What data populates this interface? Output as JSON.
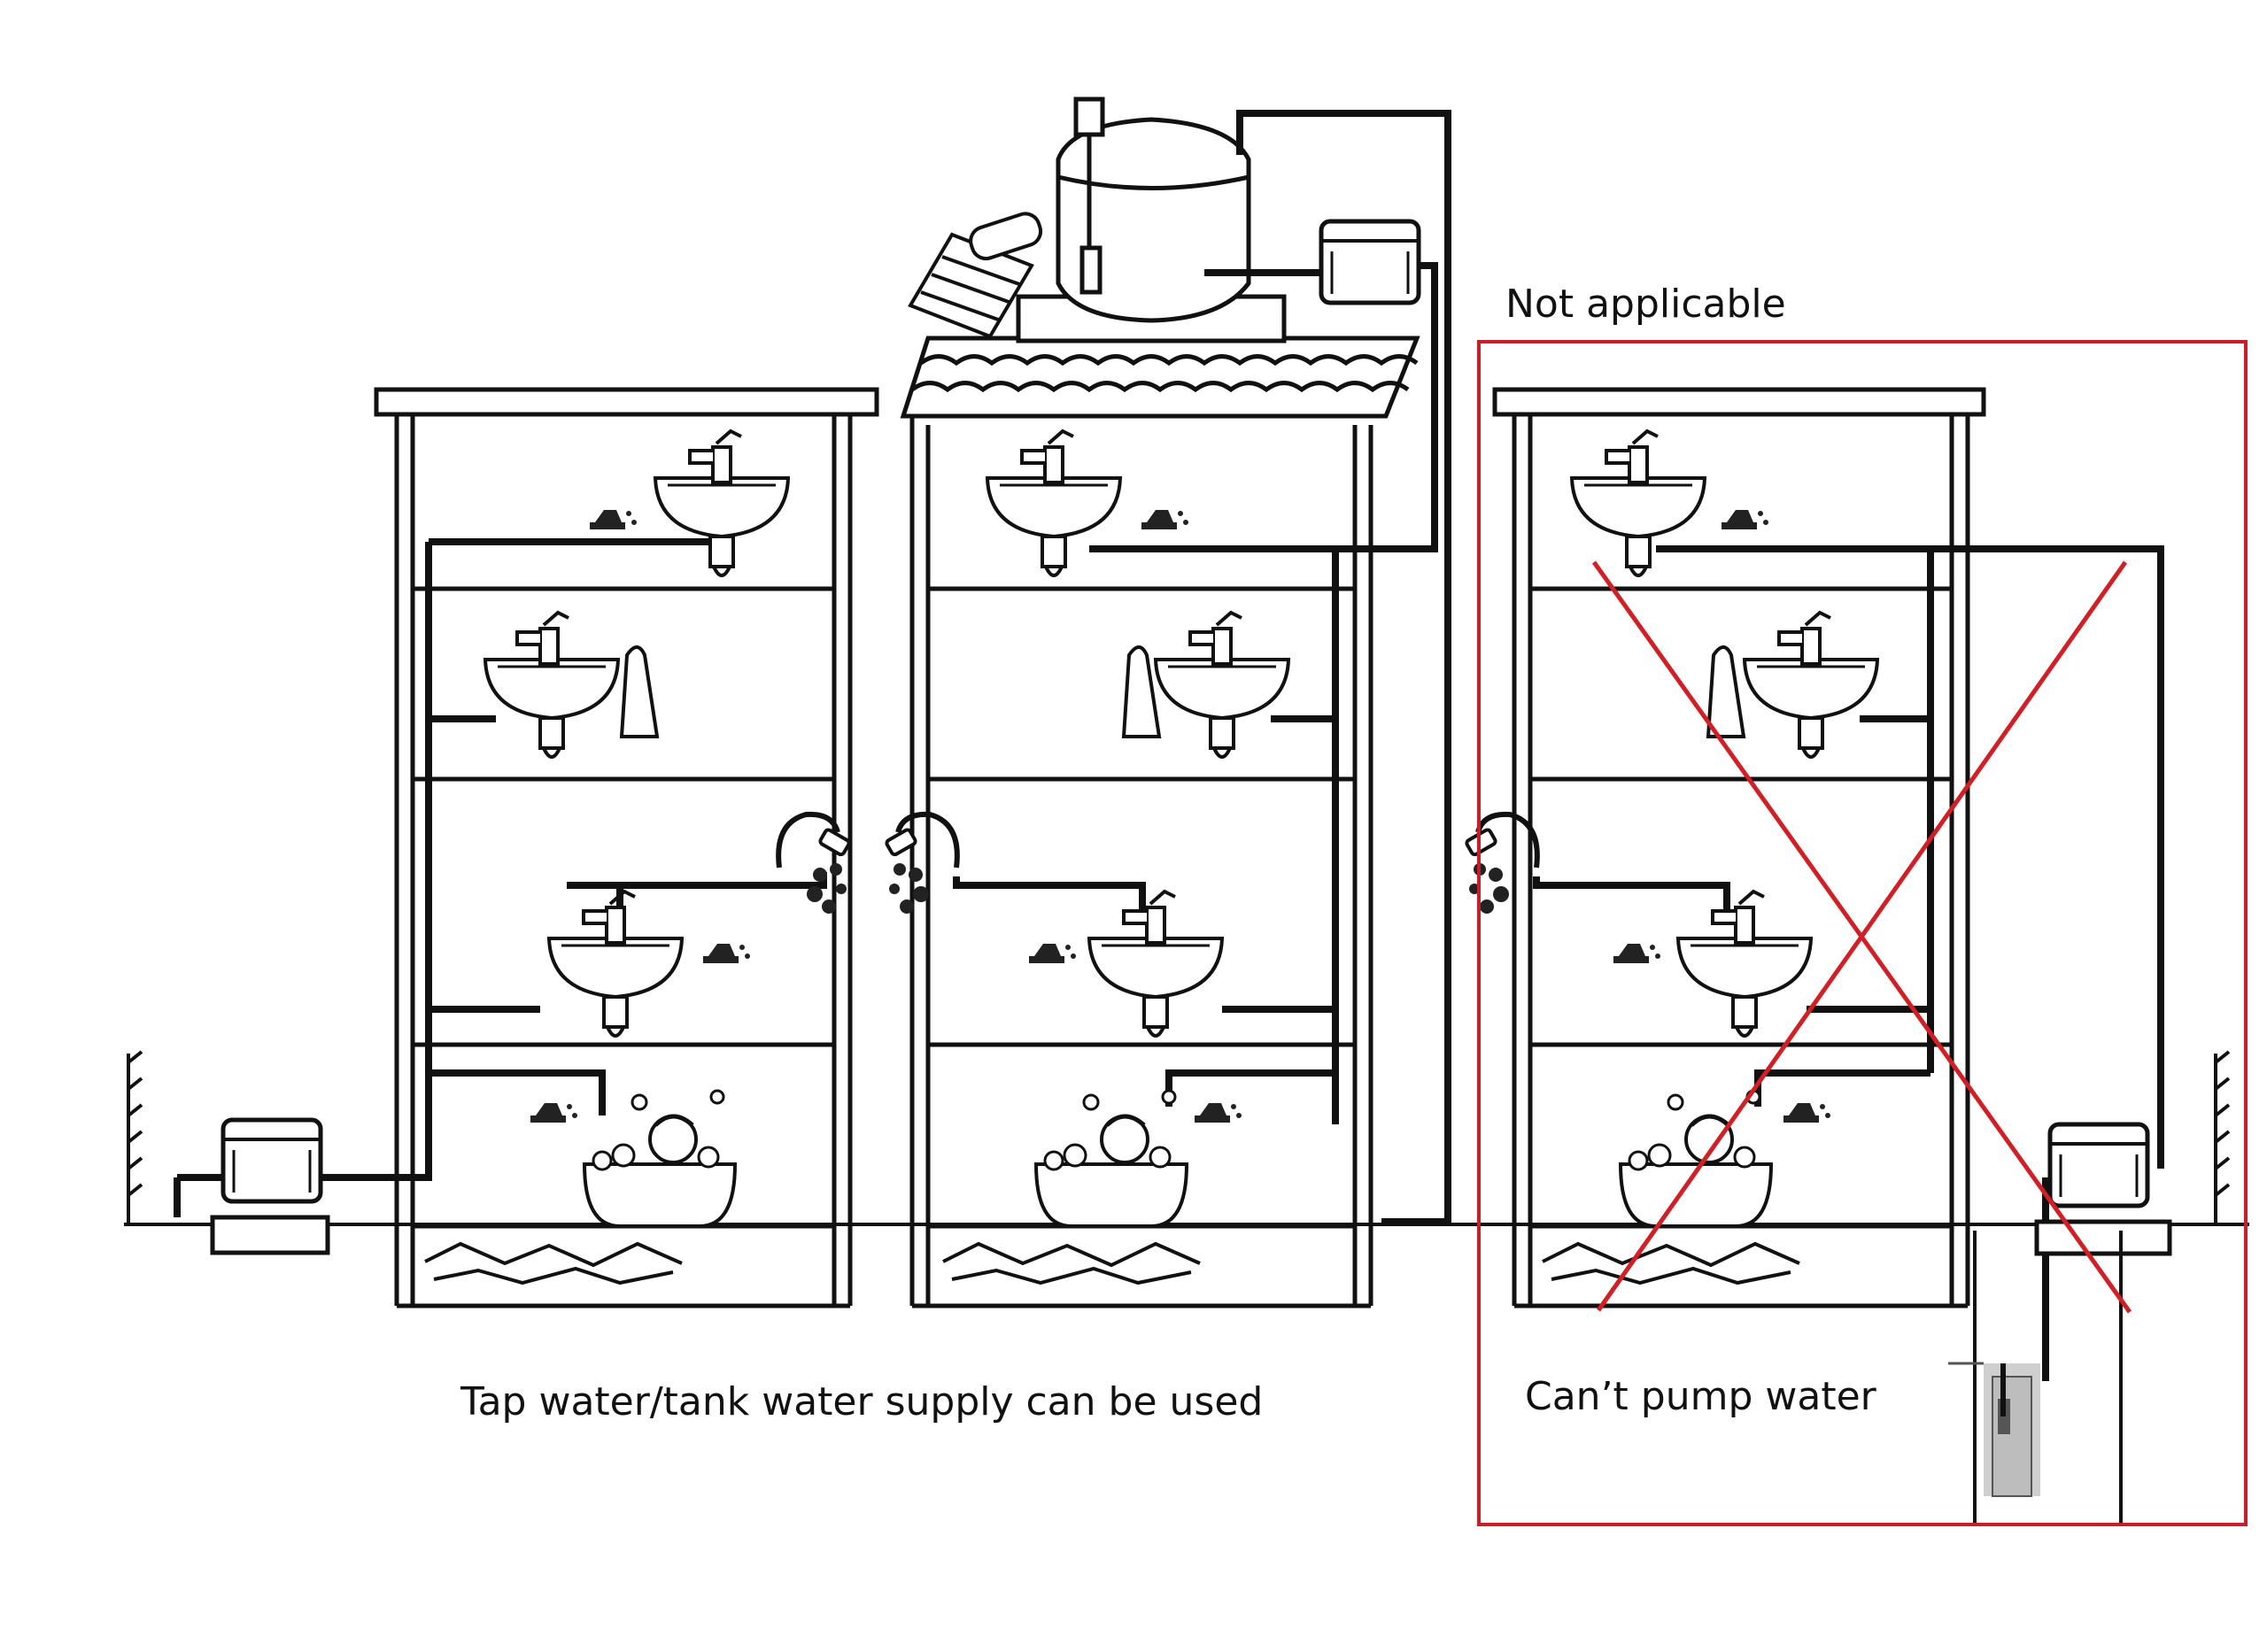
{
  "labels": {
    "not_applicable": "Not applicable",
    "tap_supply": "Tap water/tank water supply can be used",
    "cant_pump": "Can’t pump water"
  },
  "buildings": [
    {
      "name": "left-building",
      "pump": "ground-booster-pump-icon",
      "status": "usable"
    },
    {
      "name": "middle-building",
      "pump": "roof-tank-pump-icon",
      "status": "usable"
    },
    {
      "name": "right-building",
      "pump": "well-pump-icon",
      "status": "not-applicable"
    }
  ],
  "colors": {
    "line": "#111111",
    "cross": "#d21f26",
    "frame": "#c81e2a"
  },
  "icons": [
    "sink-icon",
    "faucet-icon",
    "shower-icon",
    "bathtub-icon",
    "towel-icon",
    "valve-icon",
    "water-tank-icon",
    "solar-heater-icon",
    "pump-icon",
    "well-icon",
    "cross-mark-icon"
  ]
}
